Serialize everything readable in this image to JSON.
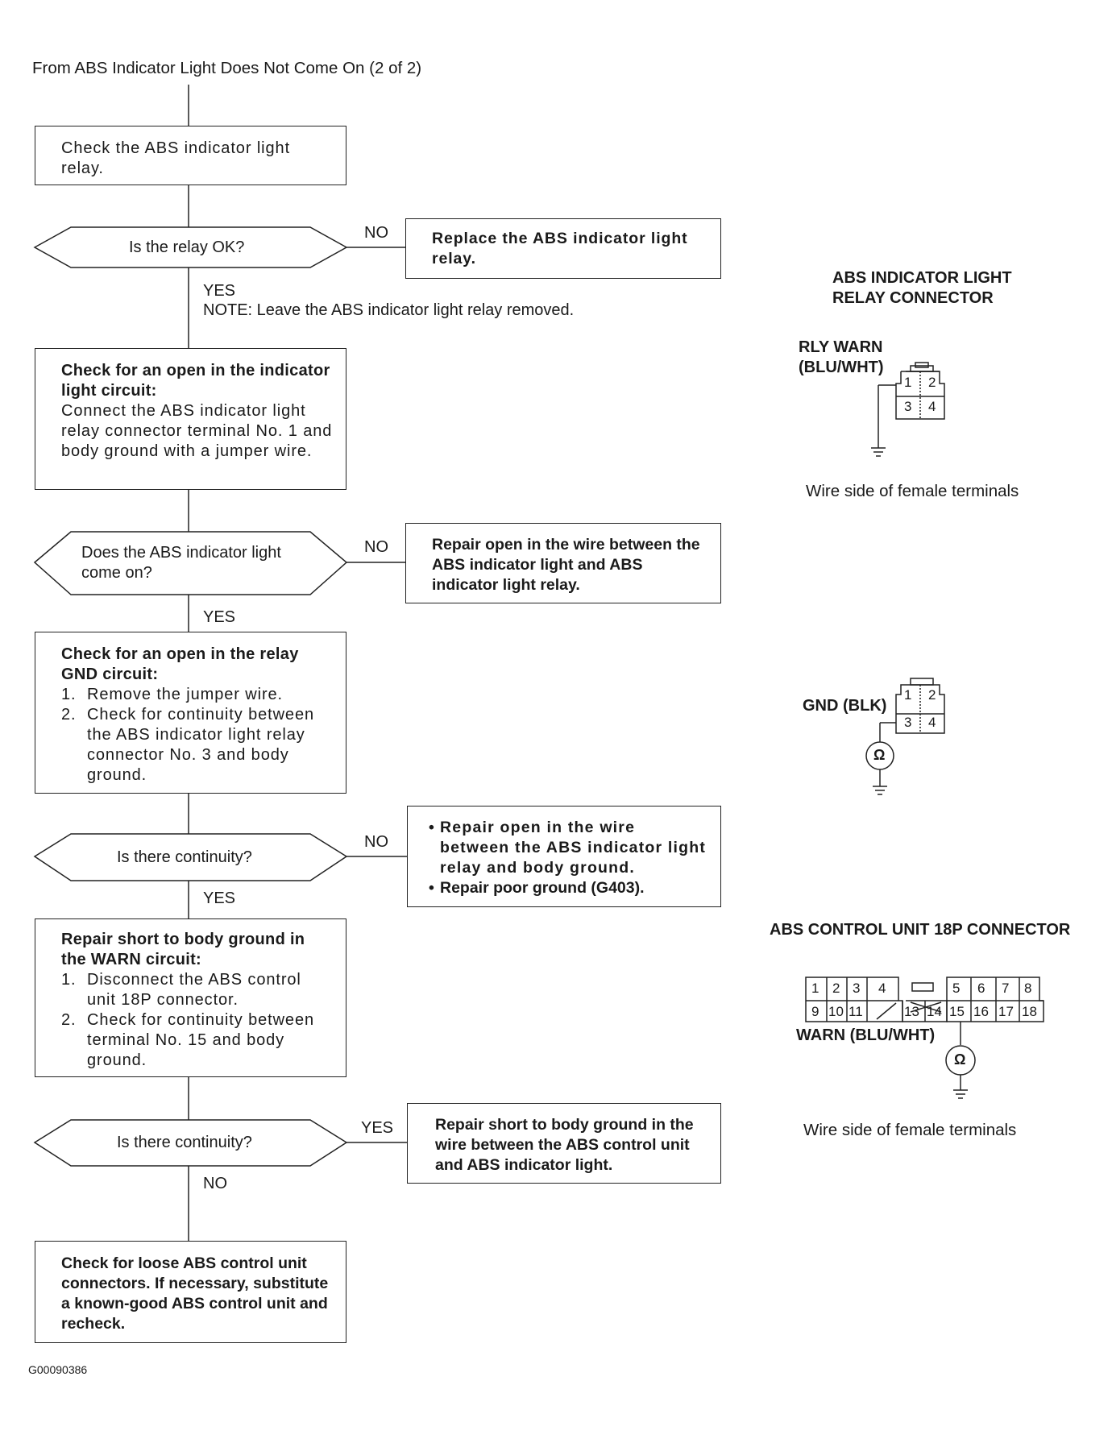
{
  "header": "From ABS Indicator Light Does Not Come On (2 of 2)",
  "flow": {
    "step1": "Check the ABS indicator light relay.",
    "q1": "Is the relay OK?",
    "q1_no": "NO",
    "fix1": "Replace the ABS indicator light relay.",
    "q1_yes": "YES",
    "note1": "NOTE:  Leave the ABS indicator light relay removed.",
    "step2_title": "Check for an open in the indicator light circuit:",
    "step2_body": "Connect the ABS indicator light relay connector terminal No. 1 and body ground with a jumper wire.",
    "q2": "Does the ABS indicator light come on?",
    "q2_no": "NO",
    "fix2": "Repair open in the wire between the ABS indicator light and ABS indicator light relay.",
    "q2_yes": "YES",
    "step3_title": "Check for an open in the relay GND circuit:",
    "step3_items": [
      {
        "num": "1.",
        "text": "Remove the jumper wire."
      },
      {
        "num": "2.",
        "text": "Check for continuity between the ABS indicator light relay connector No. 3 and body ground."
      }
    ],
    "q3": "Is there continuity?",
    "q3_no": "NO",
    "fix3_items": [
      "Repair open in the wire between the ABS indicator light relay and body ground.",
      "Repair poor ground (G403)."
    ],
    "q3_yes": "YES",
    "step4_title": "Repair short to body ground in the WARN circuit:",
    "step4_items": [
      {
        "num": "1.",
        "text": "Disconnect the ABS control unit 18P connector."
      },
      {
        "num": "2.",
        "text": "Check for continuity between terminal No. 15 and body ground."
      }
    ],
    "q4": "Is there continuity?",
    "q4_yes": "YES",
    "fix4": "Repair short to body ground in the wire between the ABS control unit and ABS indicator light.",
    "q4_no": "NO",
    "final": "Check for loose ABS control unit connectors. If necessary, substitute a known-good ABS control unit and recheck."
  },
  "connectors": {
    "relay_title": "ABS INDICATOR LIGHT RELAY CONNECTOR",
    "relay_label_1": "RLY WARN",
    "relay_label_2": "(BLU/WHT)",
    "relay_pins": [
      "1",
      "2",
      "3",
      "4"
    ],
    "relay_caption": "Wire side of female terminals",
    "gnd_label": "GND (BLK)",
    "ohm_symbol": "Ω",
    "ecu_title": "ABS CONTROL UNIT 18P CONNECTOR",
    "ecu_top_pins": [
      "1",
      "2",
      "3",
      "4",
      "5",
      "6",
      "7",
      "8"
    ],
    "ecu_bottom_pins": [
      "9",
      "10",
      "11",
      "13",
      "14",
      "15",
      "16",
      "17",
      "18"
    ],
    "ecu_label": "WARN (BLU/WHT)",
    "ecu_caption": "Wire side of female terminals"
  },
  "figure_id": "G00090386"
}
